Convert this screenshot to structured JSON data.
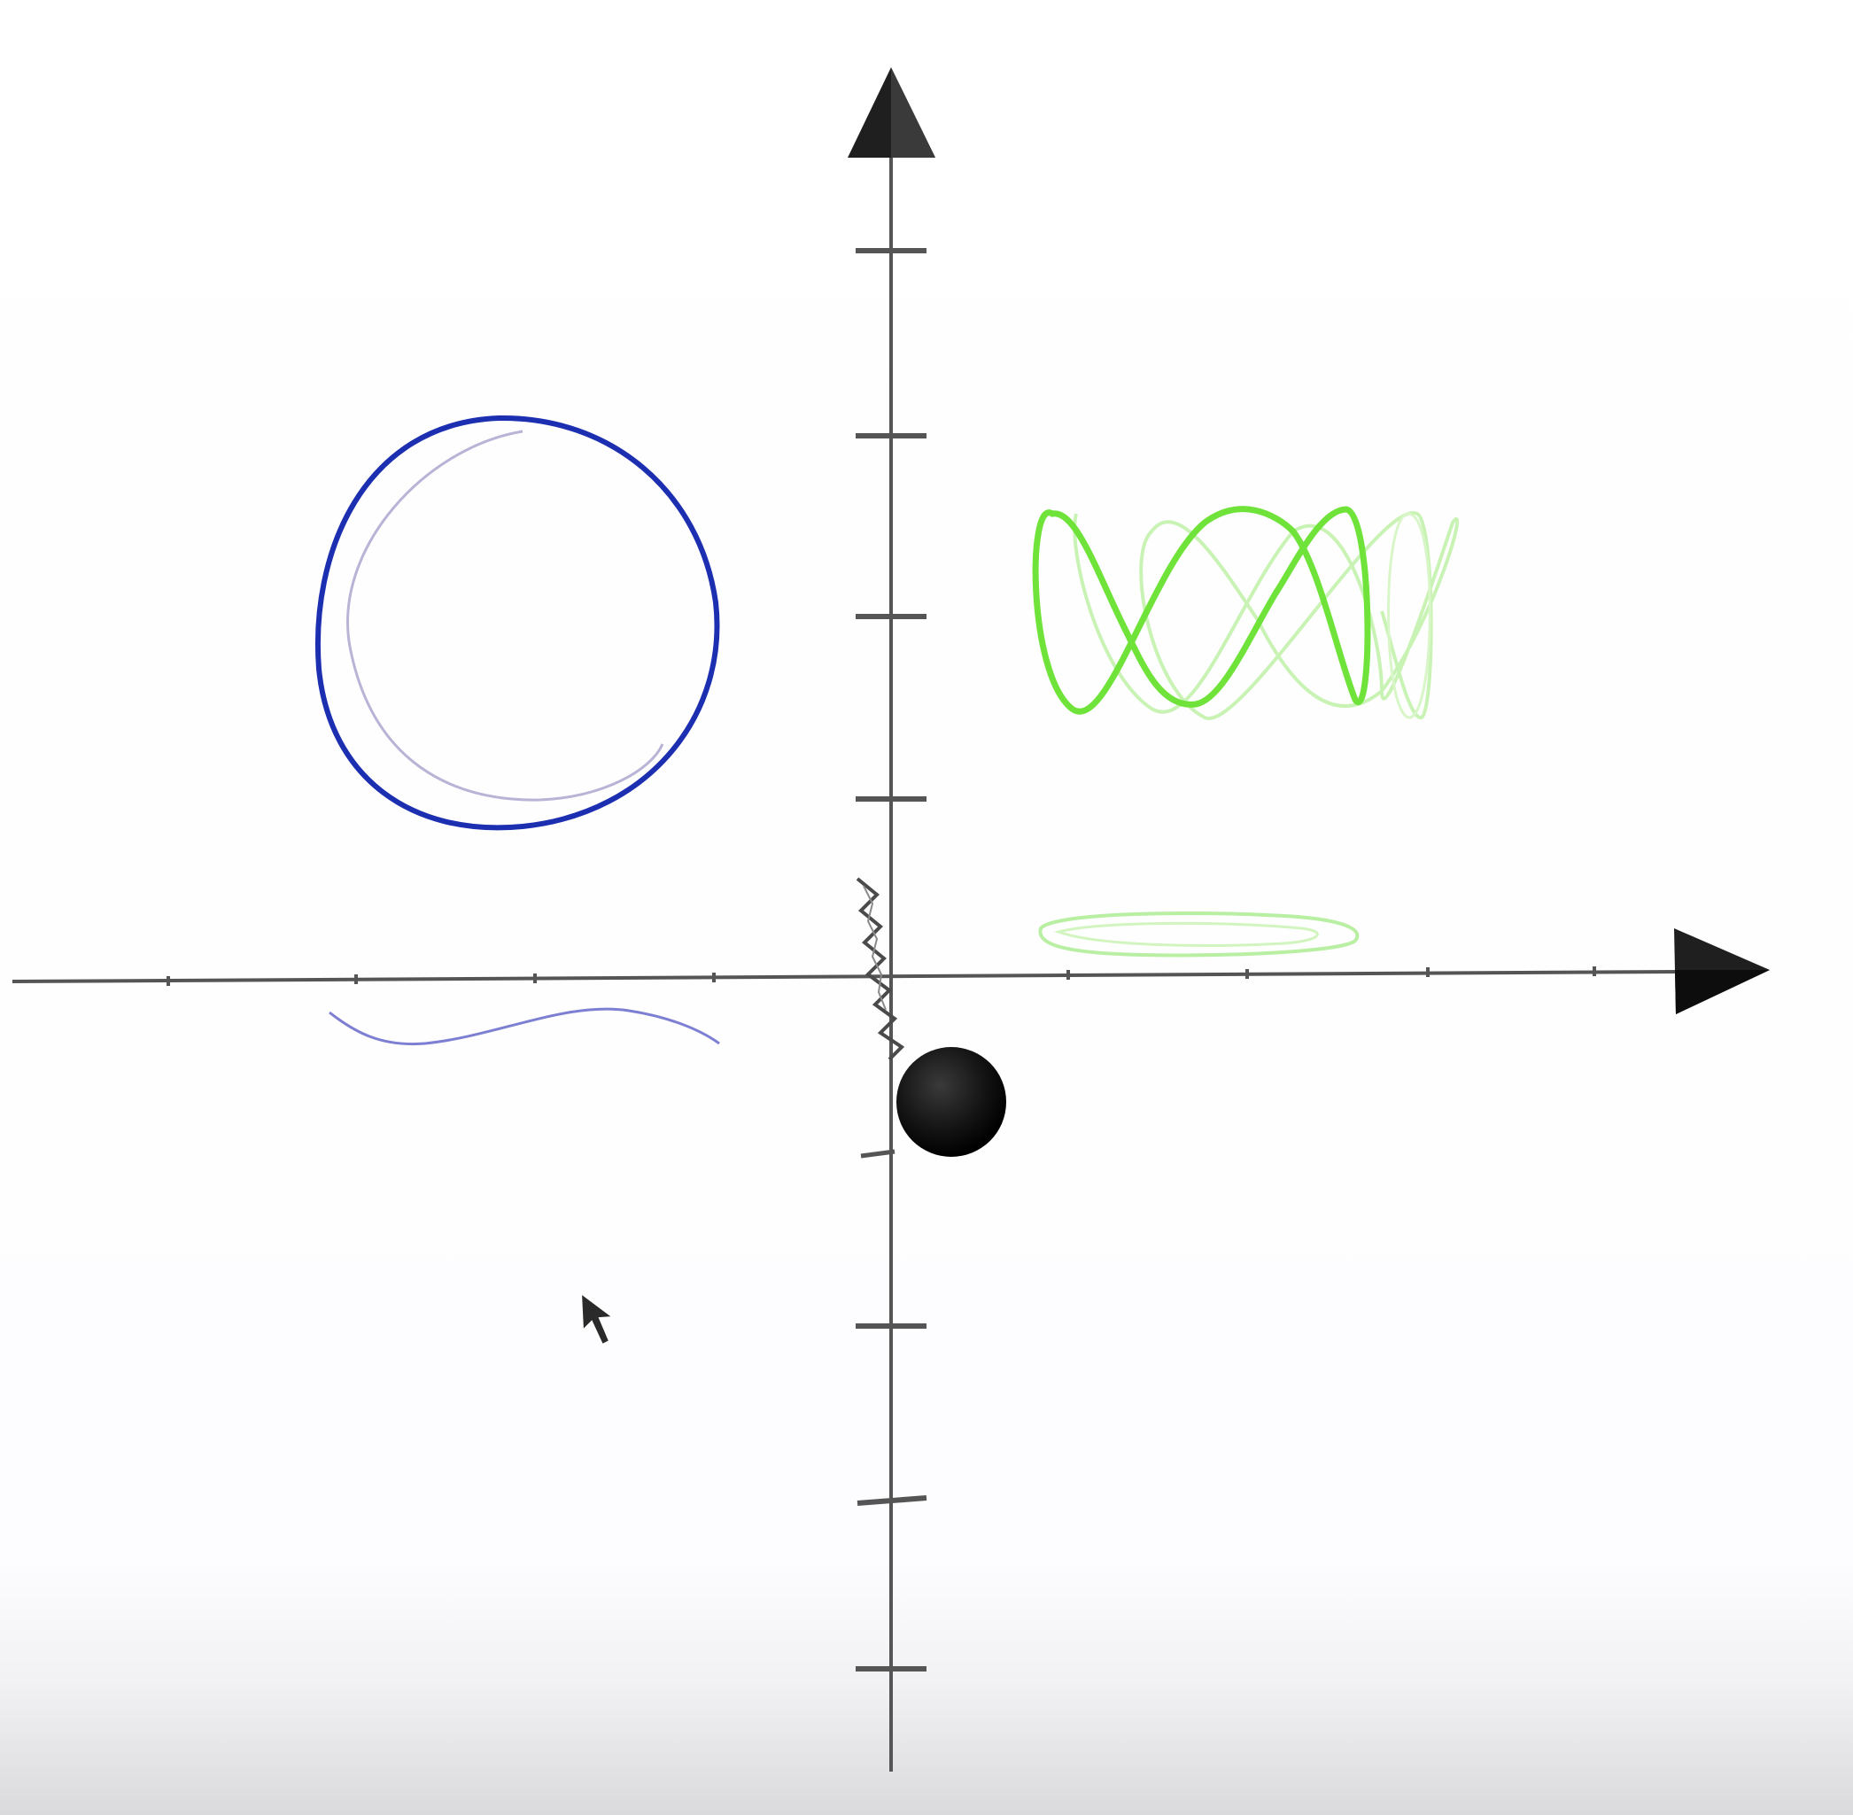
{
  "scene": {
    "background": "#ffffff",
    "axis_color": "#555555",
    "arrowhead_color": "#1f1f1f",
    "point_mass_color": "#151515"
  },
  "curves": {
    "circle_trace": {
      "color": "#1c2fb0",
      "shape": "closed loop"
    },
    "circle_trace_ghost": {
      "color": "#b9b3d6",
      "shape": "closed loop"
    },
    "circle_projection": {
      "color": "#7d7fd2",
      "shape": "wave"
    },
    "lissajous_trace": {
      "color": "#6fe33a",
      "shape": "lissajous figure"
    },
    "lissajous_trace_ghost": {
      "color": "#c9f3b4",
      "shape": "lissajous figure"
    },
    "lissajous_projection": {
      "color": "#b8efa2",
      "shape": "flat loop"
    },
    "spring_trail": {
      "color": "#4a4a4a",
      "shape": "zigzag"
    }
  },
  "icons": {
    "y_axis_arrow": "arrowhead-up-icon",
    "x_axis_arrow": "arrowhead-right-icon",
    "cursor": "mouse-pointer-icon"
  }
}
